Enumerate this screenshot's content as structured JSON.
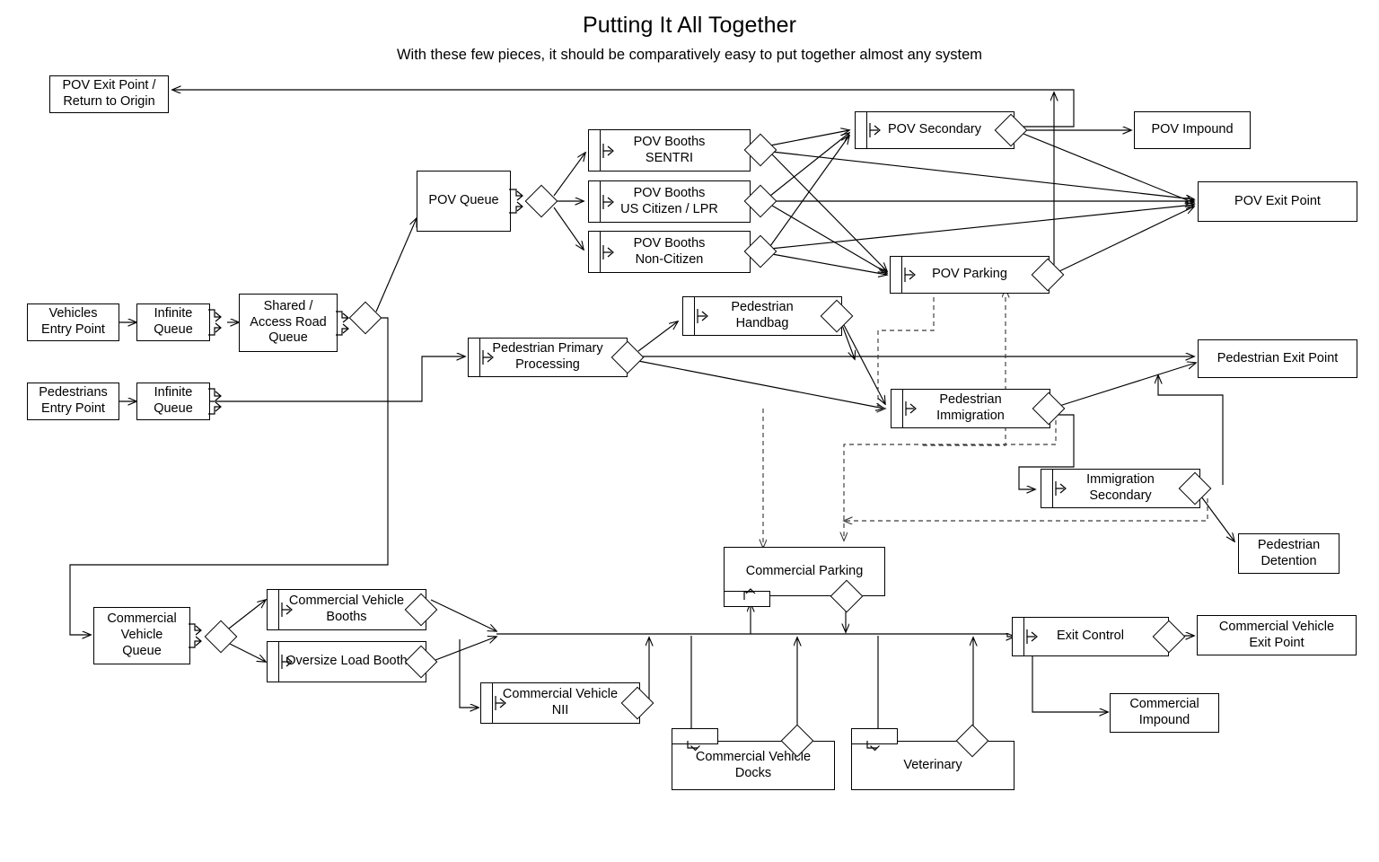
{
  "header": {
    "title": "Putting It All Together",
    "subtitle": "With these few pieces, it should be comparatively easy to put together almost any system"
  },
  "diagram": {
    "type": "flowchart",
    "style": {
      "stroke": "#000000",
      "fill": "#ffffff",
      "dashed_stroke": "#3a3a3a"
    },
    "nodes": [
      {
        "id": "pov_exit_return",
        "label": "POV Exit Point /\nReturn to Origin",
        "kind": "terminal"
      },
      {
        "id": "pov_queue",
        "label": "POV Queue",
        "kind": "queue"
      },
      {
        "id": "pov_booths_sentri",
        "label": "POV Booths\nSENTRI",
        "kind": "process"
      },
      {
        "id": "pov_booths_uscit",
        "label": "POV Booths\nUS Citizen / LPR",
        "kind": "process"
      },
      {
        "id": "pov_booths_noncit",
        "label": "POV Booths\nNon-Citizen",
        "kind": "process"
      },
      {
        "id": "pov_secondary",
        "label": "POV Secondary",
        "kind": "process"
      },
      {
        "id": "pov_impound",
        "label": "POV Impound",
        "kind": "terminal"
      },
      {
        "id": "pov_exit_point",
        "label": "POV Exit Point",
        "kind": "terminal"
      },
      {
        "id": "pov_parking",
        "label": "POV Parking",
        "kind": "process"
      },
      {
        "id": "vehicles_entry",
        "label": "Vehicles\nEntry Point",
        "kind": "terminal"
      },
      {
        "id": "infinite_queue_v",
        "label": "Infinite\nQueue",
        "kind": "queue"
      },
      {
        "id": "shared_access",
        "label": "Shared /\nAccess Road\nQueue",
        "kind": "queue"
      },
      {
        "id": "pedestrians_entry",
        "label": "Pedestrians\nEntry Point",
        "kind": "terminal"
      },
      {
        "id": "infinite_queue_p",
        "label": "Infinite\nQueue",
        "kind": "queue"
      },
      {
        "id": "ped_primary",
        "label": "Pedestrian Primary\nProcessing",
        "kind": "process"
      },
      {
        "id": "ped_handbag",
        "label": "Pedestrian\nHandbag",
        "kind": "process"
      },
      {
        "id": "ped_immigration",
        "label": "Pedestrian\nImmigration",
        "kind": "process"
      },
      {
        "id": "ped_exit_point",
        "label": "Pedestrian Exit Point",
        "kind": "terminal"
      },
      {
        "id": "immigration_sec",
        "label": "Immigration\nSecondary",
        "kind": "process"
      },
      {
        "id": "ped_detention",
        "label": "Pedestrian\nDetention",
        "kind": "terminal"
      },
      {
        "id": "cv_queue",
        "label": "Commercial\nVehicle\nQueue",
        "kind": "queue"
      },
      {
        "id": "cv_booths",
        "label": "Commercial Vehicle\nBooths",
        "kind": "process"
      },
      {
        "id": "oversize_booth",
        "label": "Oversize Load Booth",
        "kind": "process"
      },
      {
        "id": "cv_nii",
        "label": "Commercial Vehicle\nNII",
        "kind": "process"
      },
      {
        "id": "commercial_parking",
        "label": "Commercial Parking",
        "kind": "process-v"
      },
      {
        "id": "cv_docks",
        "label": "Commercial Vehicle\nDocks",
        "kind": "process-v"
      },
      {
        "id": "veterinary",
        "label": "Veterinary",
        "kind": "process-v"
      },
      {
        "id": "exit_control",
        "label": "Exit Control",
        "kind": "process"
      },
      {
        "id": "cv_exit_point",
        "label": "Commercial Vehicle\nExit Point",
        "kind": "terminal"
      },
      {
        "id": "commercial_impound",
        "label": "Commercial\nImpound",
        "kind": "terminal"
      }
    ],
    "edges": [
      {
        "from": "vehicles_entry",
        "to": "infinite_queue_v",
        "style": "solid"
      },
      {
        "from": "infinite_queue_v",
        "to": "shared_access",
        "style": "solid"
      },
      {
        "from": "shared_access",
        "to": "pov_queue",
        "style": "solid"
      },
      {
        "from": "shared_access",
        "to": "cv_queue",
        "style": "solid"
      },
      {
        "from": "pov_queue",
        "to": "pov_booths_sentri",
        "style": "solid"
      },
      {
        "from": "pov_queue",
        "to": "pov_booths_uscit",
        "style": "solid"
      },
      {
        "from": "pov_queue",
        "to": "pov_booths_noncit",
        "style": "solid"
      },
      {
        "from": "pov_booths_sentri",
        "to": "pov_secondary",
        "style": "solid"
      },
      {
        "from": "pov_booths_sentri",
        "to": "pov_parking",
        "style": "solid"
      },
      {
        "from": "pov_booths_sentri",
        "to": "pov_exit_point",
        "style": "solid"
      },
      {
        "from": "pov_booths_uscit",
        "to": "pov_secondary",
        "style": "solid"
      },
      {
        "from": "pov_booths_uscit",
        "to": "pov_parking",
        "style": "solid"
      },
      {
        "from": "pov_booths_uscit",
        "to": "pov_exit_point",
        "style": "solid"
      },
      {
        "from": "pov_booths_noncit",
        "to": "pov_secondary",
        "style": "solid"
      },
      {
        "from": "pov_booths_noncit",
        "to": "pov_parking",
        "style": "solid"
      },
      {
        "from": "pov_booths_noncit",
        "to": "pov_exit_point",
        "style": "solid"
      },
      {
        "from": "pov_secondary",
        "to": "pov_impound",
        "style": "solid"
      },
      {
        "from": "pov_secondary",
        "to": "pov_exit_point",
        "style": "solid"
      },
      {
        "from": "pov_secondary",
        "to": "pov_exit_return",
        "style": "solid"
      },
      {
        "from": "pov_parking",
        "to": "pov_exit_point",
        "style": "solid"
      },
      {
        "from": "pov_parking",
        "to": "pov_exit_return",
        "style": "solid"
      },
      {
        "from": "pov_parking",
        "to": "ped_immigration",
        "style": "dashed"
      },
      {
        "from": "pedestrians_entry",
        "to": "infinite_queue_p",
        "style": "solid"
      },
      {
        "from": "infinite_queue_p",
        "to": "ped_primary",
        "style": "solid"
      },
      {
        "from": "ped_primary",
        "to": "ped_handbag",
        "style": "solid"
      },
      {
        "from": "ped_primary",
        "to": "ped_immigration",
        "style": "solid"
      },
      {
        "from": "ped_handbag",
        "to": "ped_immigration",
        "style": "solid"
      },
      {
        "from": "ped_handbag",
        "to": "ped_exit_point",
        "style": "solid"
      },
      {
        "from": "ped_immigration",
        "to": "ped_exit_point",
        "style": "solid"
      },
      {
        "from": "ped_immigration",
        "to": "immigration_sec",
        "style": "solid"
      },
      {
        "from": "ped_immigration",
        "to": "commercial_parking",
        "style": "dashed"
      },
      {
        "from": "immigration_sec",
        "to": "ped_detention",
        "style": "solid"
      },
      {
        "from": "immigration_sec",
        "to": "ped_exit_point",
        "style": "solid"
      },
      {
        "from": "immigration_sec",
        "to": "ped_immigration",
        "style": "dashed"
      },
      {
        "from": "commercial_parking",
        "to": "ped_immigration",
        "style": "dashed"
      },
      {
        "from": "commercial_parking",
        "to": "pov_parking",
        "style": "dashed"
      },
      {
        "from": "cv_queue",
        "to": "cv_booths",
        "style": "solid"
      },
      {
        "from": "cv_queue",
        "to": "oversize_booth",
        "style": "solid"
      },
      {
        "from": "cv_booths",
        "to": "cv_nii",
        "style": "solid"
      },
      {
        "from": "oversize_booth",
        "to": "cv_nii",
        "style": "solid"
      },
      {
        "from": "cv_nii",
        "to": "cv_docks",
        "style": "solid"
      },
      {
        "from": "cv_nii",
        "to": "veterinary",
        "style": "solid"
      },
      {
        "from": "cv_nii",
        "to": "commercial_parking",
        "style": "solid"
      },
      {
        "from": "cv_docks",
        "to": "exit_control",
        "style": "solid"
      },
      {
        "from": "veterinary",
        "to": "exit_control",
        "style": "solid"
      },
      {
        "from": "commercial_parking",
        "to": "exit_control",
        "style": "solid"
      },
      {
        "from": "exit_control",
        "to": "cv_exit_point",
        "style": "solid"
      },
      {
        "from": "exit_control",
        "to": "commercial_impound",
        "style": "solid"
      }
    ]
  }
}
